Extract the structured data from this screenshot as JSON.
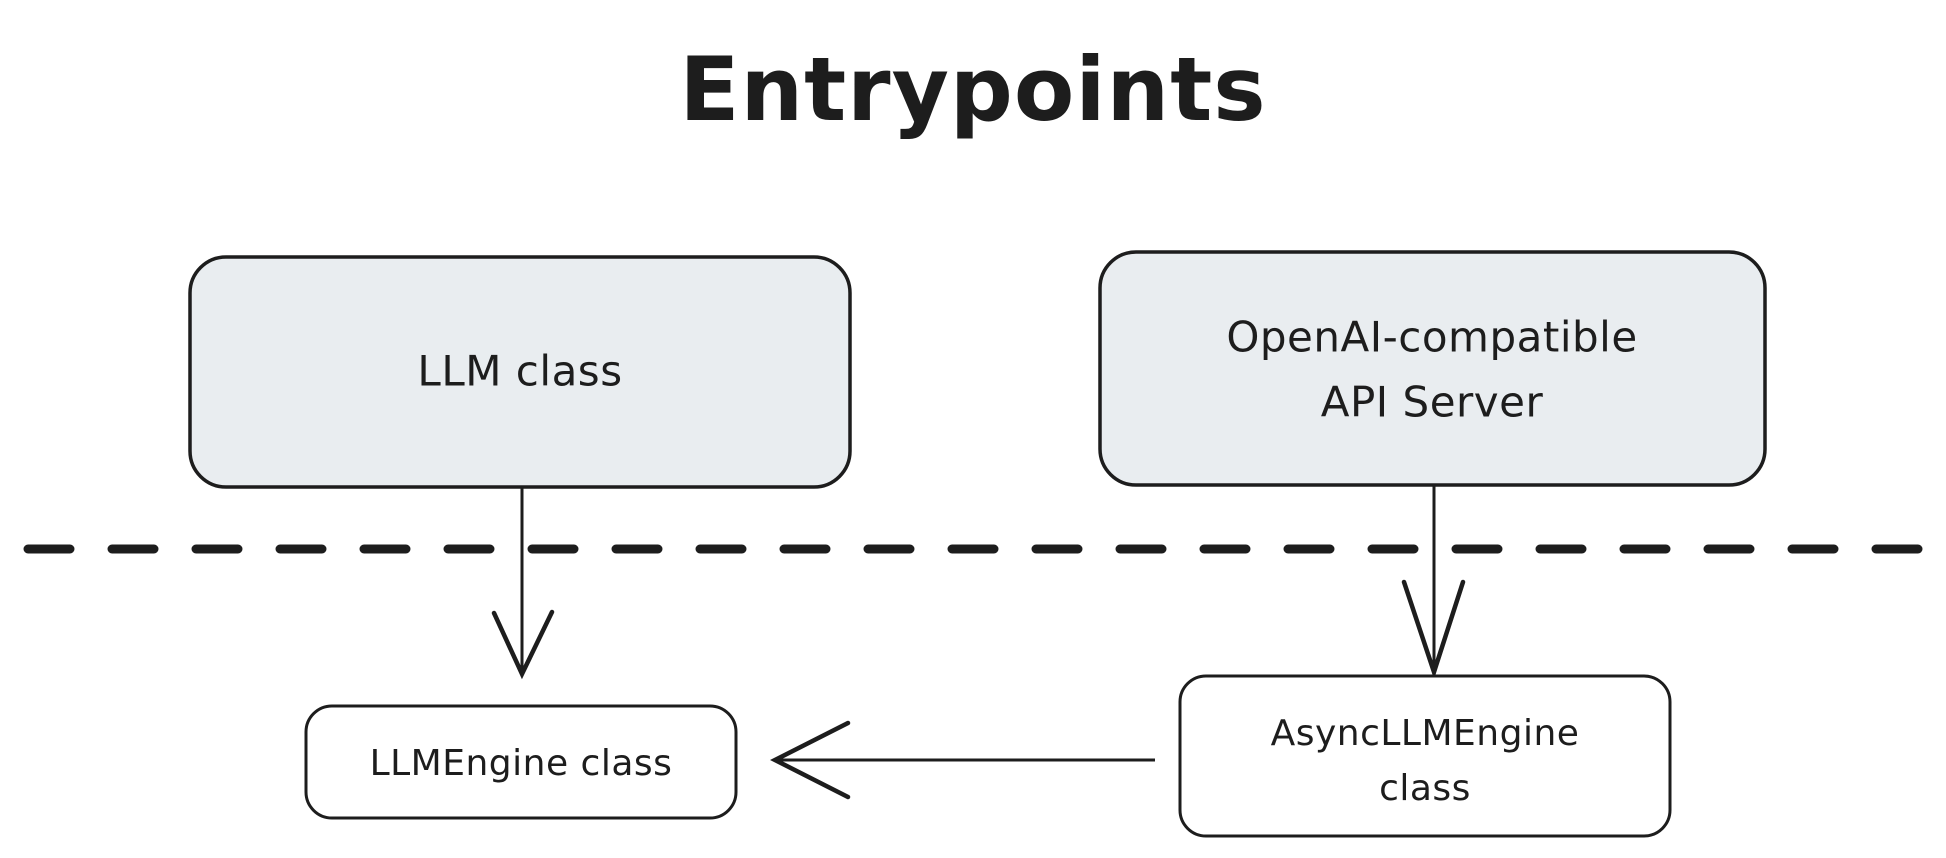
{
  "diagram": {
    "title": "Entrypoints",
    "background_color": "#ffffff",
    "ink_color": "#1d1d1d",
    "node_fill_color": "#e9edf0",
    "nodes": [
      {
        "id": "llm-class",
        "label": "LLM class",
        "lines": [
          "LLM class"
        ],
        "style": "filled",
        "fill": "#e9edf0",
        "layer": "entrypoint"
      },
      {
        "id": "openai-api-server",
        "label": "OpenAI-compatible API Server",
        "lines": [
          "OpenAI-compatible",
          "API Server"
        ],
        "style": "filled",
        "fill": "#e9edf0",
        "layer": "entrypoint"
      },
      {
        "id": "llmengine-class",
        "label": "LLMEngine class",
        "lines": [
          "LLMEngine class"
        ],
        "style": "plain",
        "fill": "#ffffff",
        "layer": "engine"
      },
      {
        "id": "asyncllmengine-class",
        "label": "AsyncLLMEngine class",
        "lines": [
          "AsyncLLMEngine",
          "class"
        ],
        "style": "plain",
        "fill": "#ffffff",
        "layer": "engine"
      }
    ],
    "edges": [
      {
        "id": "edge-llm-to-llmengine",
        "from": "llm-class",
        "to": "llmengine-class",
        "direction": "down",
        "style": "solid",
        "arrow": "open"
      },
      {
        "id": "edge-server-to-asyncengine",
        "from": "openai-api-server",
        "to": "asyncllmengine-class",
        "direction": "down",
        "style": "solid",
        "arrow": "open"
      },
      {
        "id": "edge-asyncengine-to-llmengine",
        "from": "asyncllmengine-class",
        "to": "llmengine-class",
        "direction": "left",
        "style": "solid",
        "arrow": "open"
      }
    ],
    "divider": {
      "id": "layer-divider",
      "style": "dashed",
      "orientation": "horizontal"
    }
  }
}
